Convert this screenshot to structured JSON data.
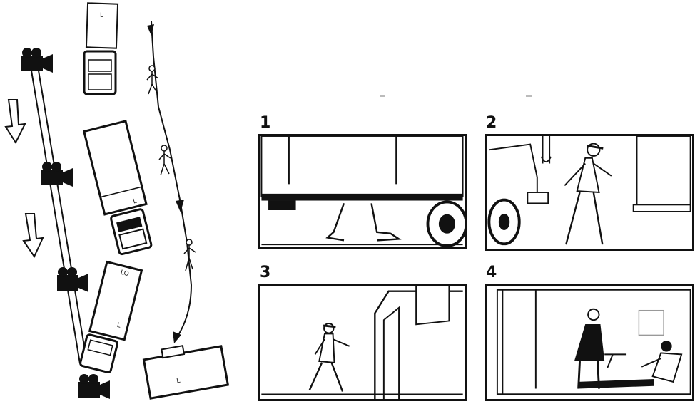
{
  "storyboard": {
    "panels": [
      {
        "number": "1"
      },
      {
        "number": "2"
      },
      {
        "number": "3"
      },
      {
        "number": "4"
      }
    ]
  },
  "plan_view": {
    "vehicle_mark": "L",
    "icons": [
      "movie-camera-icon",
      "direction-arrow-icon",
      "truck-icon",
      "walking-figure-icon"
    ]
  }
}
